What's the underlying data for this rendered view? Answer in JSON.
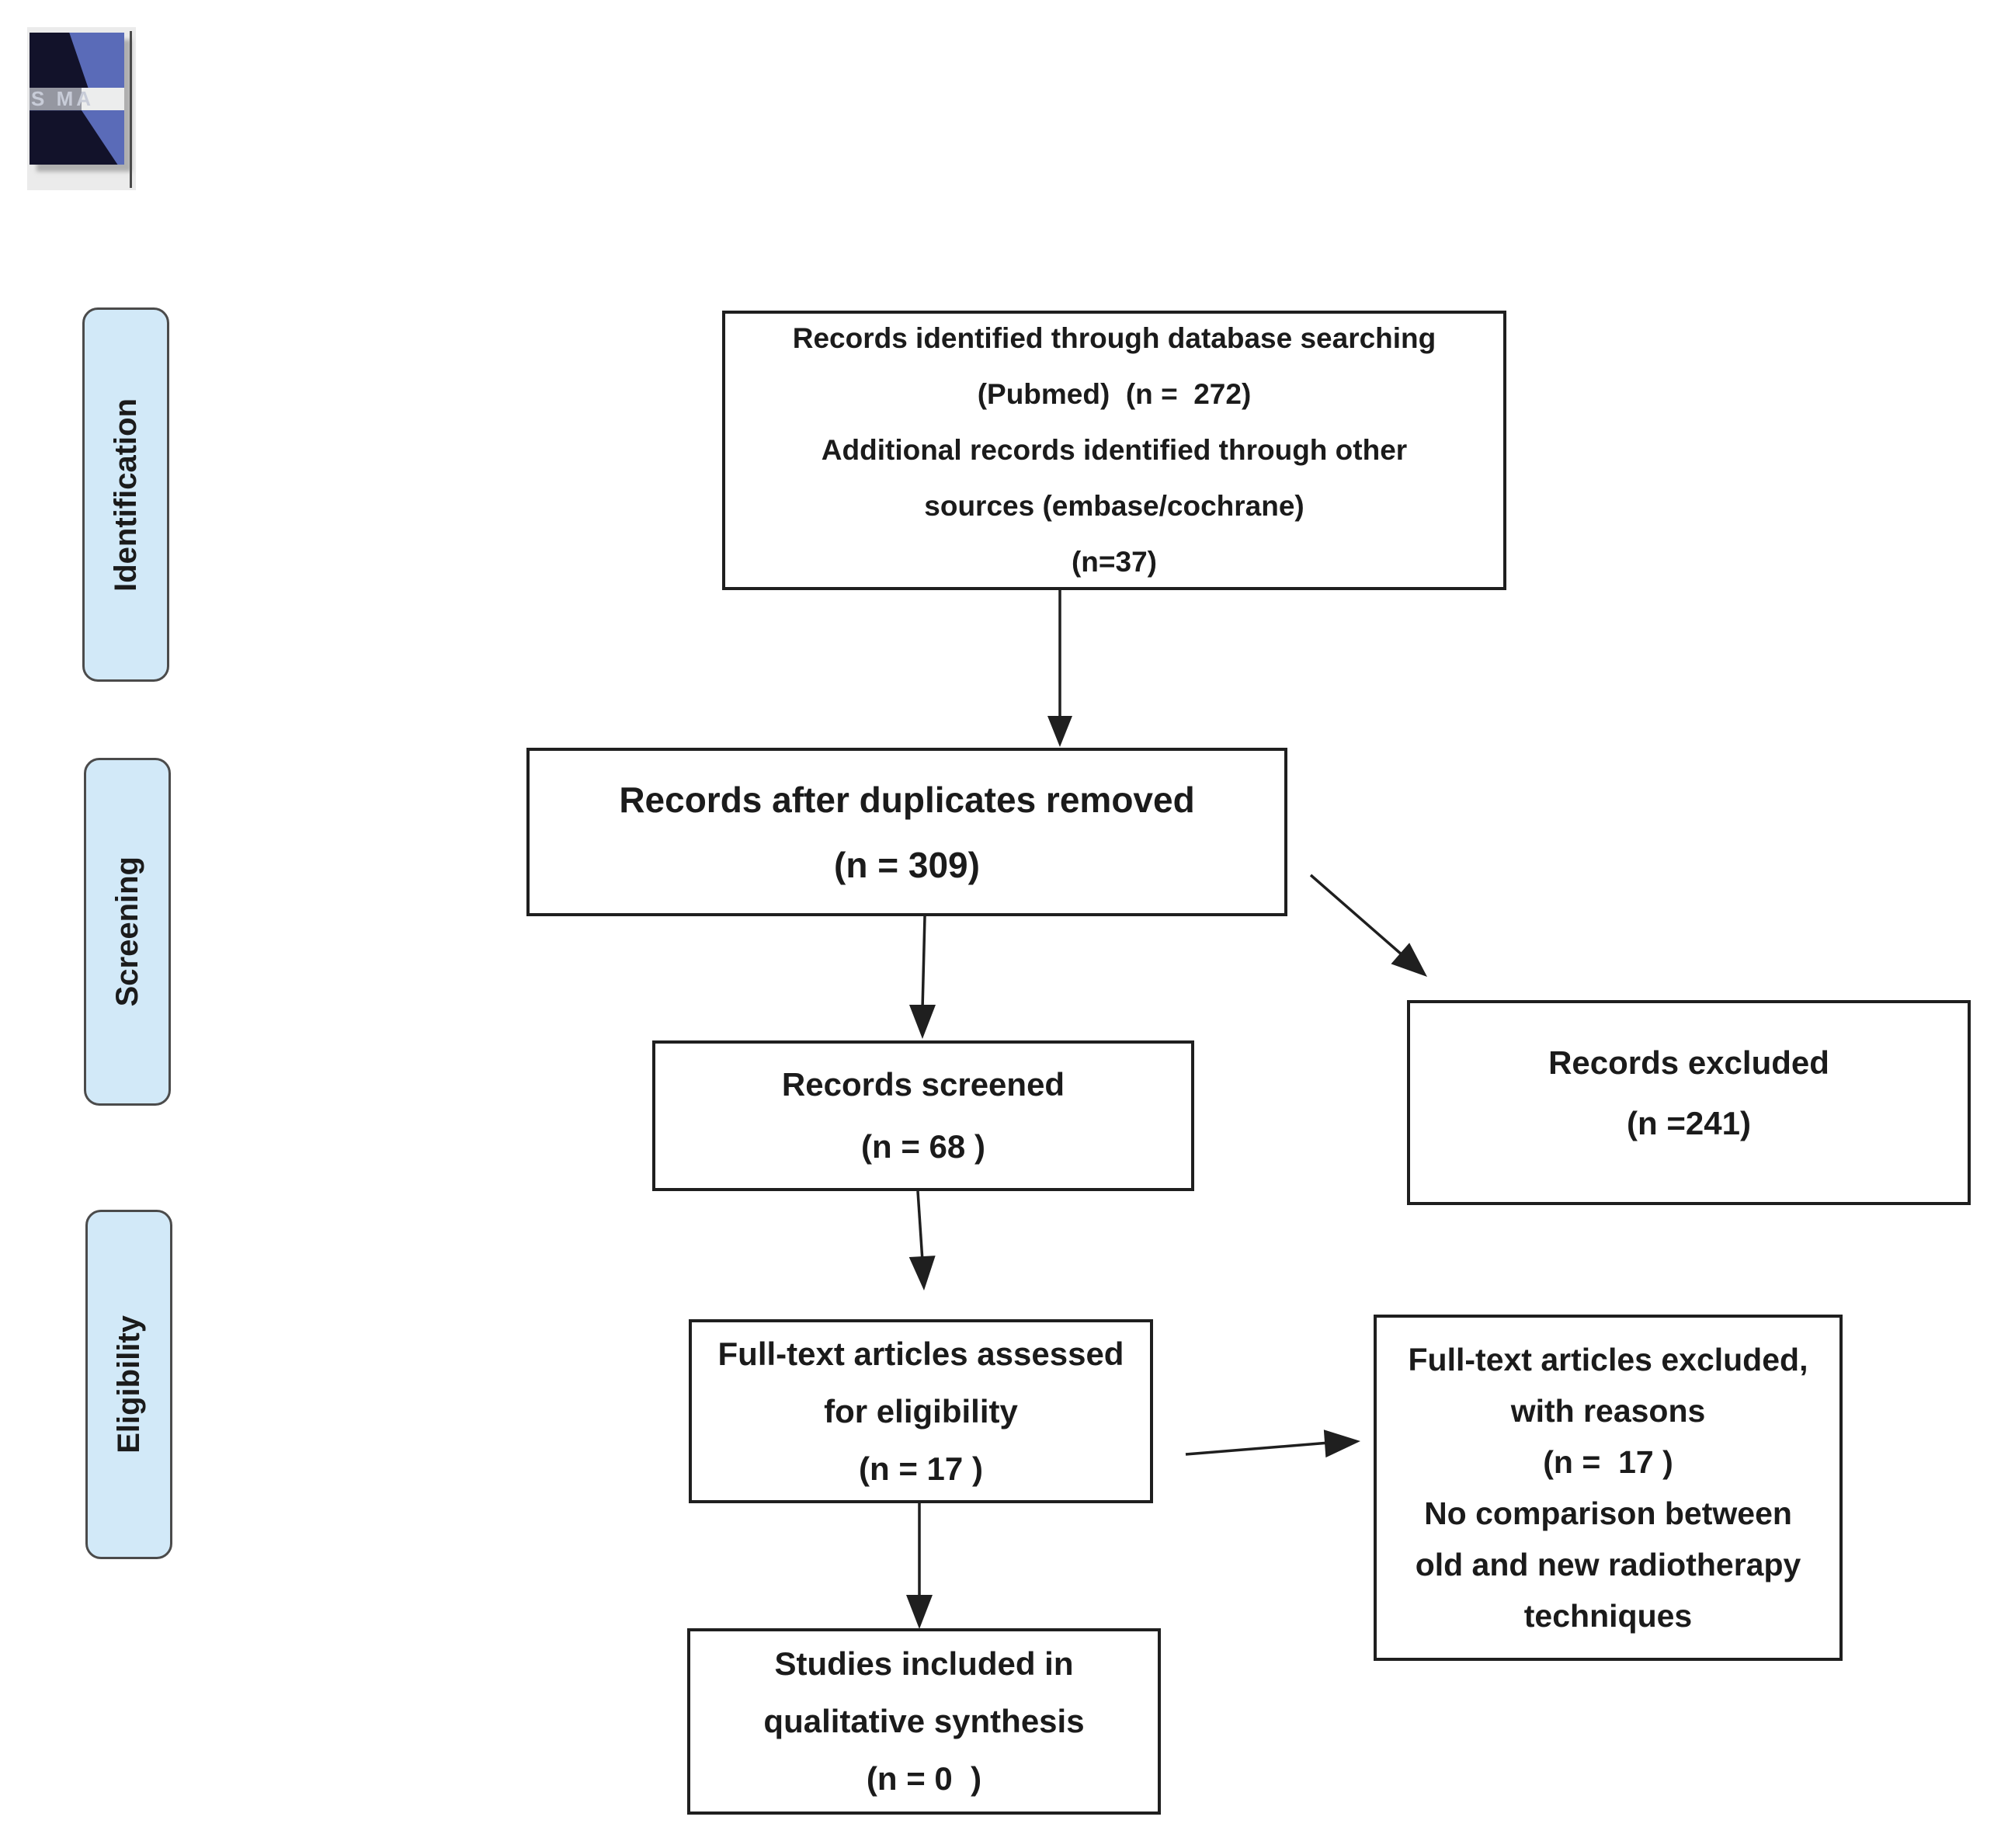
{
  "theme": {
    "stage_fill": "#d2e9f8",
    "stage_border": "#4b4b4b",
    "box_border": "#1f1f1f",
    "text_color": "#1b1b1b",
    "arrow_color": "#1f1f1f",
    "logo_blue": "#5a6bb8",
    "logo_navy": "#12122a"
  },
  "logo": {
    "band_text": "S MA"
  },
  "stages": [
    {
      "label": "Identification"
    },
    {
      "label": "Screening"
    },
    {
      "label": "Eligibility"
    }
  ],
  "boxes": {
    "identified": "Records identified through database searching\n(Pubmed)  (n =  272)\nAdditional records identified through other\nsources (embase/cochrane)\n(n=37)",
    "deduplicated": "Records after duplicates removed\n(n = 309)",
    "screened": "Records screened\n(n = 68 )",
    "excluded": "Records excluded\n(n =241)",
    "fulltext": "Full-text articles assessed\nfor eligibility\n(n = 17 )",
    "fulltext_excluded": "Full-text articles excluded,\nwith reasons\n(n =  17 )\nNo comparison between\nold and new radiotherapy\ntechniques",
    "included": "Studies included in\nqualitative synthesis\n(n = 0  )"
  }
}
